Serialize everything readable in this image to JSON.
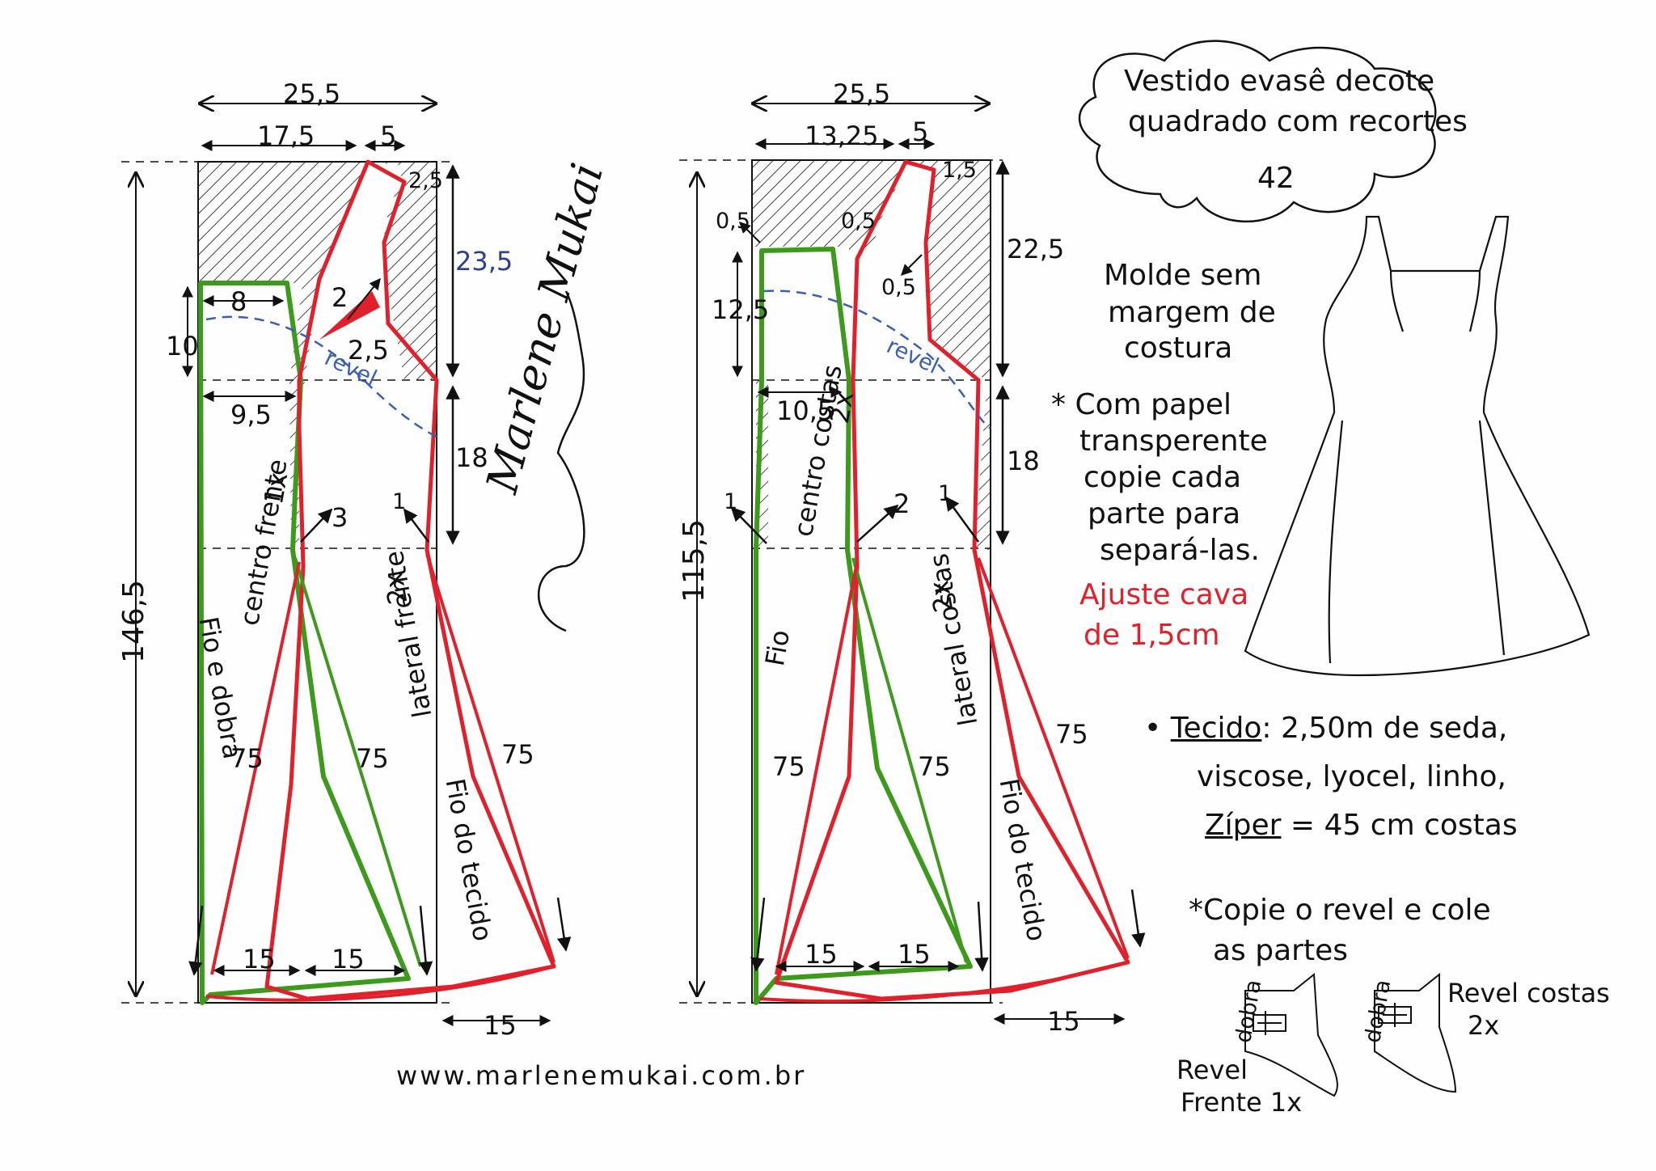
{
  "title": {
    "line1": "Vestido evasê decote",
    "line2": "quadrado com recortes",
    "size": "42"
  },
  "note_no_margin": {
    "line1": "Molde sem",
    "line2": "margem de",
    "line3": "costura"
  },
  "instructions": {
    "copy_line1": "* Com papel",
    "copy_line2": "transperente",
    "copy_line3": "copie cada",
    "copy_line4": "parte para",
    "copy_line5": "separá-las.",
    "armhole_line1": "Ajuste cava",
    "armhole_line2": "de 1,5cm"
  },
  "materials": {
    "fabric_label": "Tecido",
    "fabric_line1": ": 2,50m de seda,",
    "fabric_line2": "viscose, lyocel, linho,",
    "zipper_label": "Zíper",
    "zipper_value": "= 45 cm costas"
  },
  "facing_note": {
    "line1": "*Copie o revel e cole",
    "line2": "as partes"
  },
  "facing_labels": {
    "fold": "dobra",
    "back": "Revel costas",
    "back_qty": "2x",
    "front": "Revel",
    "front_qty": "Frente 1x"
  },
  "website": "www.marlenemukai.com.br",
  "signature": "Marlene Mukai",
  "front_pattern": {
    "width_total": "25,5",
    "w_17_5": "17,5",
    "w_5": "5",
    "w_25": "2,5",
    "h_23_5": "23,5",
    "h_18": "18",
    "h_total": "146,5",
    "w_8": "8",
    "h_10": "10",
    "w_9_5": "9,5",
    "dart_2": "2",
    "dart_2_5": "2,5",
    "dart_3": "3",
    "mark_1": "1",
    "revel": "revel",
    "center_label": "centro frente",
    "center_qty": "1x",
    "fold_label": "Fio e dobra",
    "lateral_label": "lateral frente",
    "lateral_qty": "2x",
    "grain": "Fio do tecido",
    "len_75_a": "75",
    "len_75_b": "75",
    "len_75_c": "75",
    "hem_15_a": "15",
    "hem_15_b": "15",
    "hem_15_c": "15"
  },
  "back_pattern": {
    "width_total": "25,5",
    "w_13_25": "13,25",
    "w_5": "5",
    "w_1_5": "1,5",
    "h_22_5": "22,5",
    "h_18": "18",
    "h_total": "115,5",
    "w_0_5_a": "0,5",
    "w_0_5_b": "0,5",
    "w_0_5_c": "0,5",
    "h_12_5": "12,5",
    "w_10_5": "10,5",
    "dart_2": "2",
    "mark_1_a": "1",
    "mark_1_b": "1",
    "revel": "revel",
    "center_label": "centro costas",
    "center_qty": "2x",
    "grain_short": "Fio",
    "lateral_label": "lateral costas",
    "lateral_qty": "2x",
    "grain": "Fio do tecido",
    "len_75_a": "75",
    "len_75_b": "75",
    "len_75_c": "75",
    "hem_15_a": "15",
    "hem_15_b": "15",
    "hem_15_c": "15"
  },
  "colors": {
    "green": "#3d9a1c",
    "red": "#e0202a",
    "blue": "#3a5fb5",
    "ink": "#111111"
  }
}
